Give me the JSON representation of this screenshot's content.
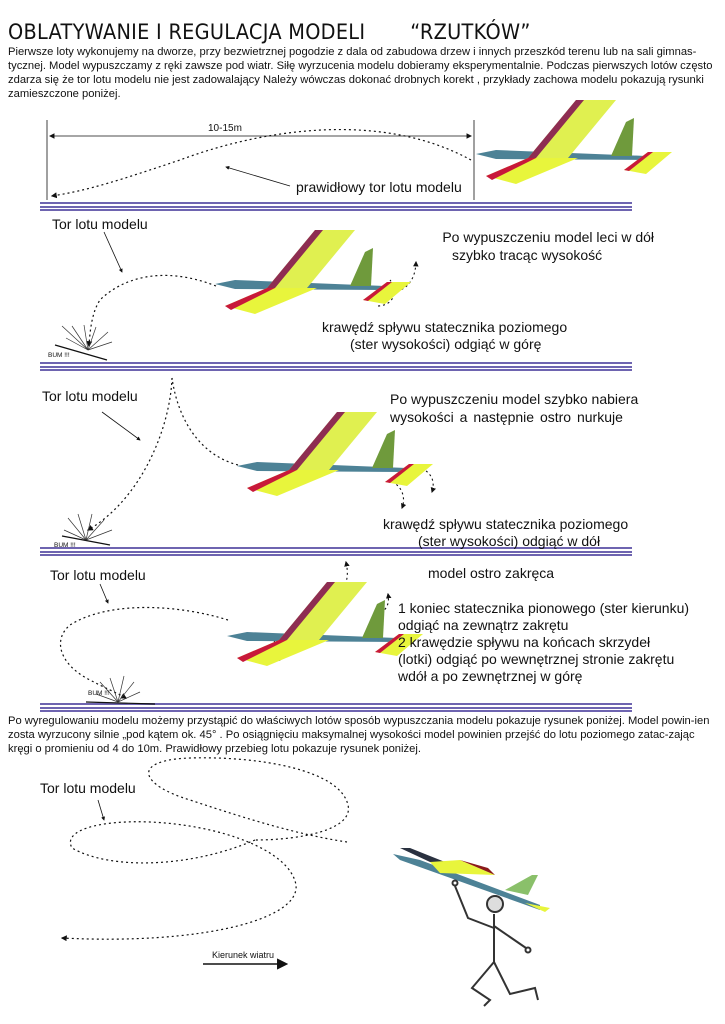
{
  "title": "OBLATYWANIE I REGULACJA MODELI       “RZUTKÓW”",
  "intro": "Pierwsze loty wykonujemy na dworze, przy bezwietrznej pogodzie z dala od zabudowa drzew i innych przeszkód terenu lub na sali gimnas-tycznej. Model wypuszczamy z ręki zawsze pod wiatr. Siłę wyrzucenia modelu dobieramy eksperymentalnie. Podczas pierwszych lotów często zdarza się że tor lotu modelu nie jest zadowalający  Należy wówczas dokonać drobnych korekt , przykłady zachowa modelu pokazują rysunki zamieszczone poniżej.",
  "section1": {
    "distance": "10-15m",
    "caption": "prawidłowy tor lotu modelu"
  },
  "section2": {
    "path_label": "Tor lotu modelu",
    "symptom": [
      "Po wypuszczeniu model leci w dół",
      "szybko tracąc wysokość"
    ],
    "fix": [
      "krawędź spływu statecznika poziomego",
      "(ster wysokości) odgiąć w górę"
    ],
    "crash": "BUM !!!"
  },
  "section3": {
    "path_label": "Tor lotu modelu",
    "symptom": [
      "Po wypuszczeniu model szybko nabiera",
      "wysokości  a  następnie  ostro  nurkuje"
    ],
    "fix": [
      "krawędź spływu statecznika poziomego",
      "(ster wysokości) odgiąć w dół"
    ],
    "crash": "BUM !!!"
  },
  "section4": {
    "path_label": "Tor lotu modelu",
    "symptom": "model ostro zakręca",
    "fix": [
      "1 koniec statecznika pionowego (ster kierunku)",
      "odgiąć na zewnątrz zakrętu",
      "2 krawędzie spływu na końcach skrzydeł",
      "(lotki) odgiąć po wewnętrznej stronie zakrętu",
      "wdół a po zewnętrznej w górę"
    ],
    "crash": "BUM !!!"
  },
  "outro": "Po wyregulowaniu modelu  możemy przystąpić do właściwych lotów sposób wypuszczania modelu pokazuje rysunek poniżej. Model powin-ien zosta wyrzucony silnie „pod kątem ok. 45° . Po osiągnięciu maksymalnej wysokości model powinien przejść do lotu poziomego zatac-zając kręgi o promieniu od 4 do 10m. Prawidłowy przebieg lotu pokazuje rysunek poniżej.",
  "section5": {
    "path_label": "Tor lotu modelu",
    "wind_label": "Kierunek wiatru"
  },
  "colors": {
    "divider": "#6e64b0",
    "wing_top": "#e8f53c",
    "wing_edge": "#c8193a",
    "wing_shadow": "#8e2d52",
    "fuselage": "#4d8296",
    "fin": "#6f9a3c"
  }
}
